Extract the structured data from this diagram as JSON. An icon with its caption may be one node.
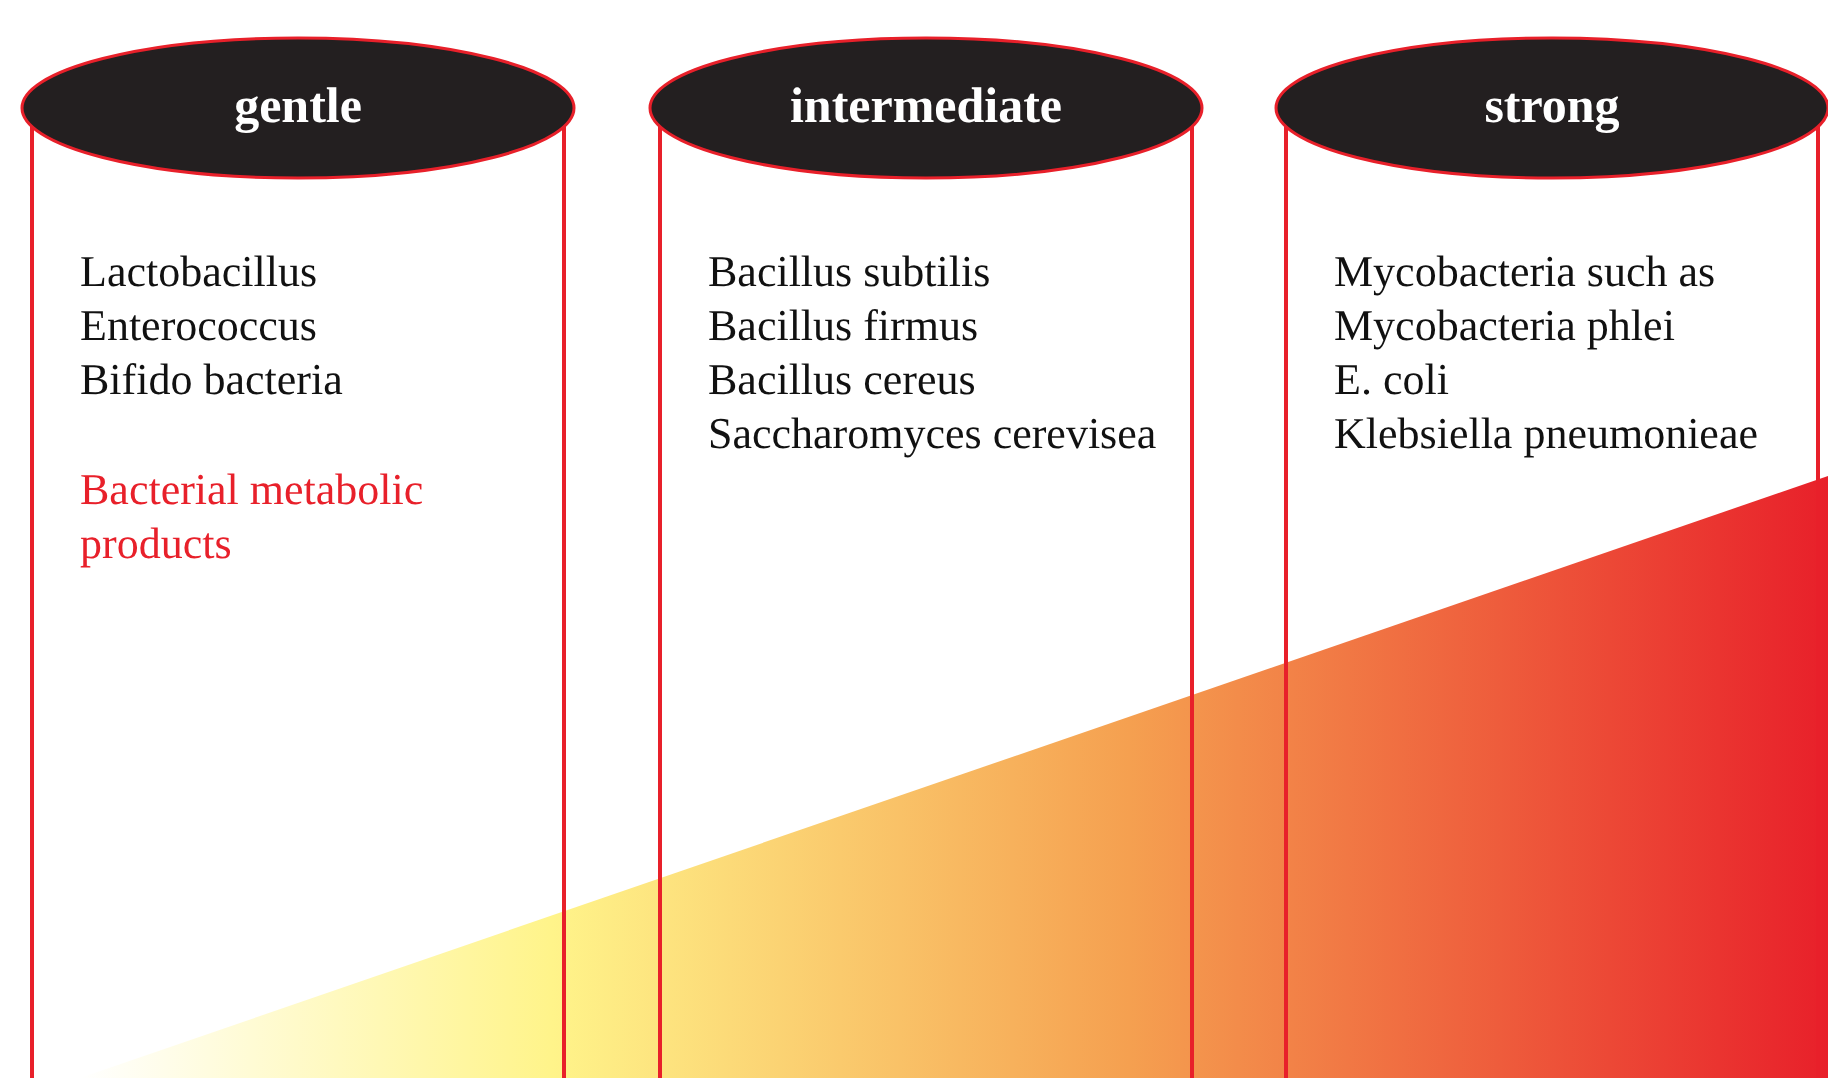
{
  "diagram": {
    "nodes": [
      {
        "text": [
          "gentle",
          "Lactobacillus",
          "Enterococcus",
          "Bifido bacteria",
          "Bacterial metabolic products"
        ]
      },
      {
        "text": [
          "intermediate",
          "Bacillus subtilis",
          "Bacillus firmus",
          "Bacillus cereus",
          "Saccharomyces cerevisea"
        ]
      },
      {
        "text": [
          "strong",
          "Mycobacteria such as Mycobacteria phlei",
          "E. coli",
          "Klebsiella pneumonieae"
        ]
      }
    ],
    "edges": []
  }
}
